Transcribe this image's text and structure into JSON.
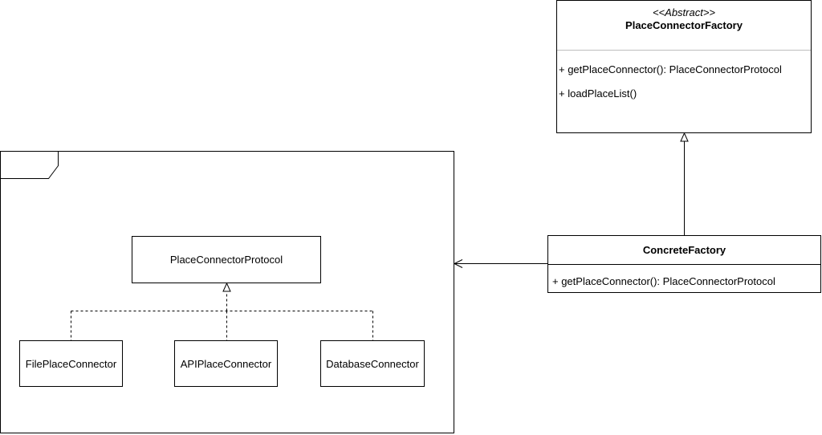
{
  "abstract_factory": {
    "stereotype": "<<Abstract>>",
    "name": "PlaceConnectorFactory",
    "methods": [
      "+ getPlaceConnector(): PlaceConnectorProtocol",
      "+ loadPlaceList()"
    ]
  },
  "concrete_factory": {
    "name": "ConcreteFactory",
    "methods": [
      "+ getPlaceConnector(): PlaceConnectorProtocol"
    ]
  },
  "package": {
    "protocol": "PlaceConnectorProtocol",
    "implementations": [
      "FilePlaceConnector",
      "APIPlaceConnector",
      "DatabaseConnector"
    ]
  }
}
